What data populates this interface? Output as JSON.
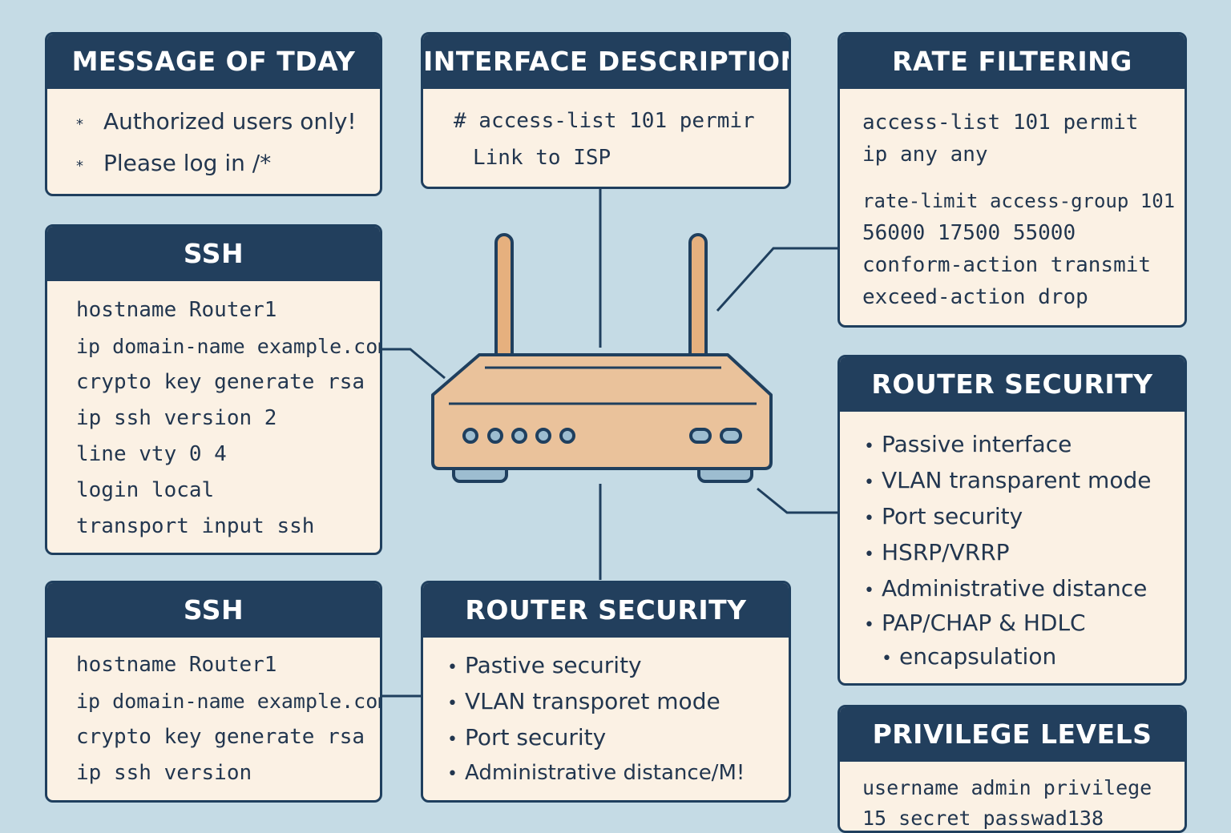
{
  "motd": {
    "title": "MESSAGE OF TDAY",
    "lines": [
      "Authorized users only!",
      "Please log in /*"
    ],
    "bullet_glyph": "*"
  },
  "interface_description": {
    "title": "INTERFACE DESCRIPTION",
    "lines": [
      "# access-list 101 permir",
      "Link to ISP"
    ]
  },
  "rate_filtering": {
    "title": "RATE FILTERING",
    "lines": [
      "access-list 101 permit",
      "ip any any",
      "rate-limit access-group 101",
      "56000 17500 55000",
      "conform-action transmit",
      "exceed-action drop"
    ]
  },
  "ssh_top": {
    "title": "SSH",
    "lines": [
      "hostname Router1",
      "ip domain-name example.com",
      "crypto key generate rsa",
      "ip ssh version 2",
      "line vty 0 4",
      "login local",
      "transport input ssh"
    ]
  },
  "router_security_right": {
    "title": "ROUTER SECURITY",
    "items": [
      "Passive interface",
      "VLAN transparent mode",
      "Port security",
      "HSRP/VRRP",
      "Administrative distance",
      "PAP/CHAP & HDLC"
    ],
    "continuation": "encapsulation"
  },
  "ssh_bottom": {
    "title": "SSH",
    "lines": [
      "hostname Router1",
      "ip domain-name example.com",
      "crypto key generate rsa",
      "ip ssh version"
    ]
  },
  "router_security_center": {
    "title": "ROUTER SECURITY",
    "items": [
      "Pastive security",
      "VLAN transporet mode",
      "Port security",
      "Administrative distance/M!"
    ]
  },
  "privilege_levels": {
    "title": "PRIVILEGE LEVELS",
    "lines": [
      "username admin privilege",
      "15 secret passwad138"
    ]
  },
  "colors": {
    "background": "#c5dbe5",
    "header": "#223f5d",
    "card": "#fbf1e4",
    "router_body": "#eac29b",
    "router_foot": "#9dbdd0",
    "line": "#1f3f5e"
  }
}
